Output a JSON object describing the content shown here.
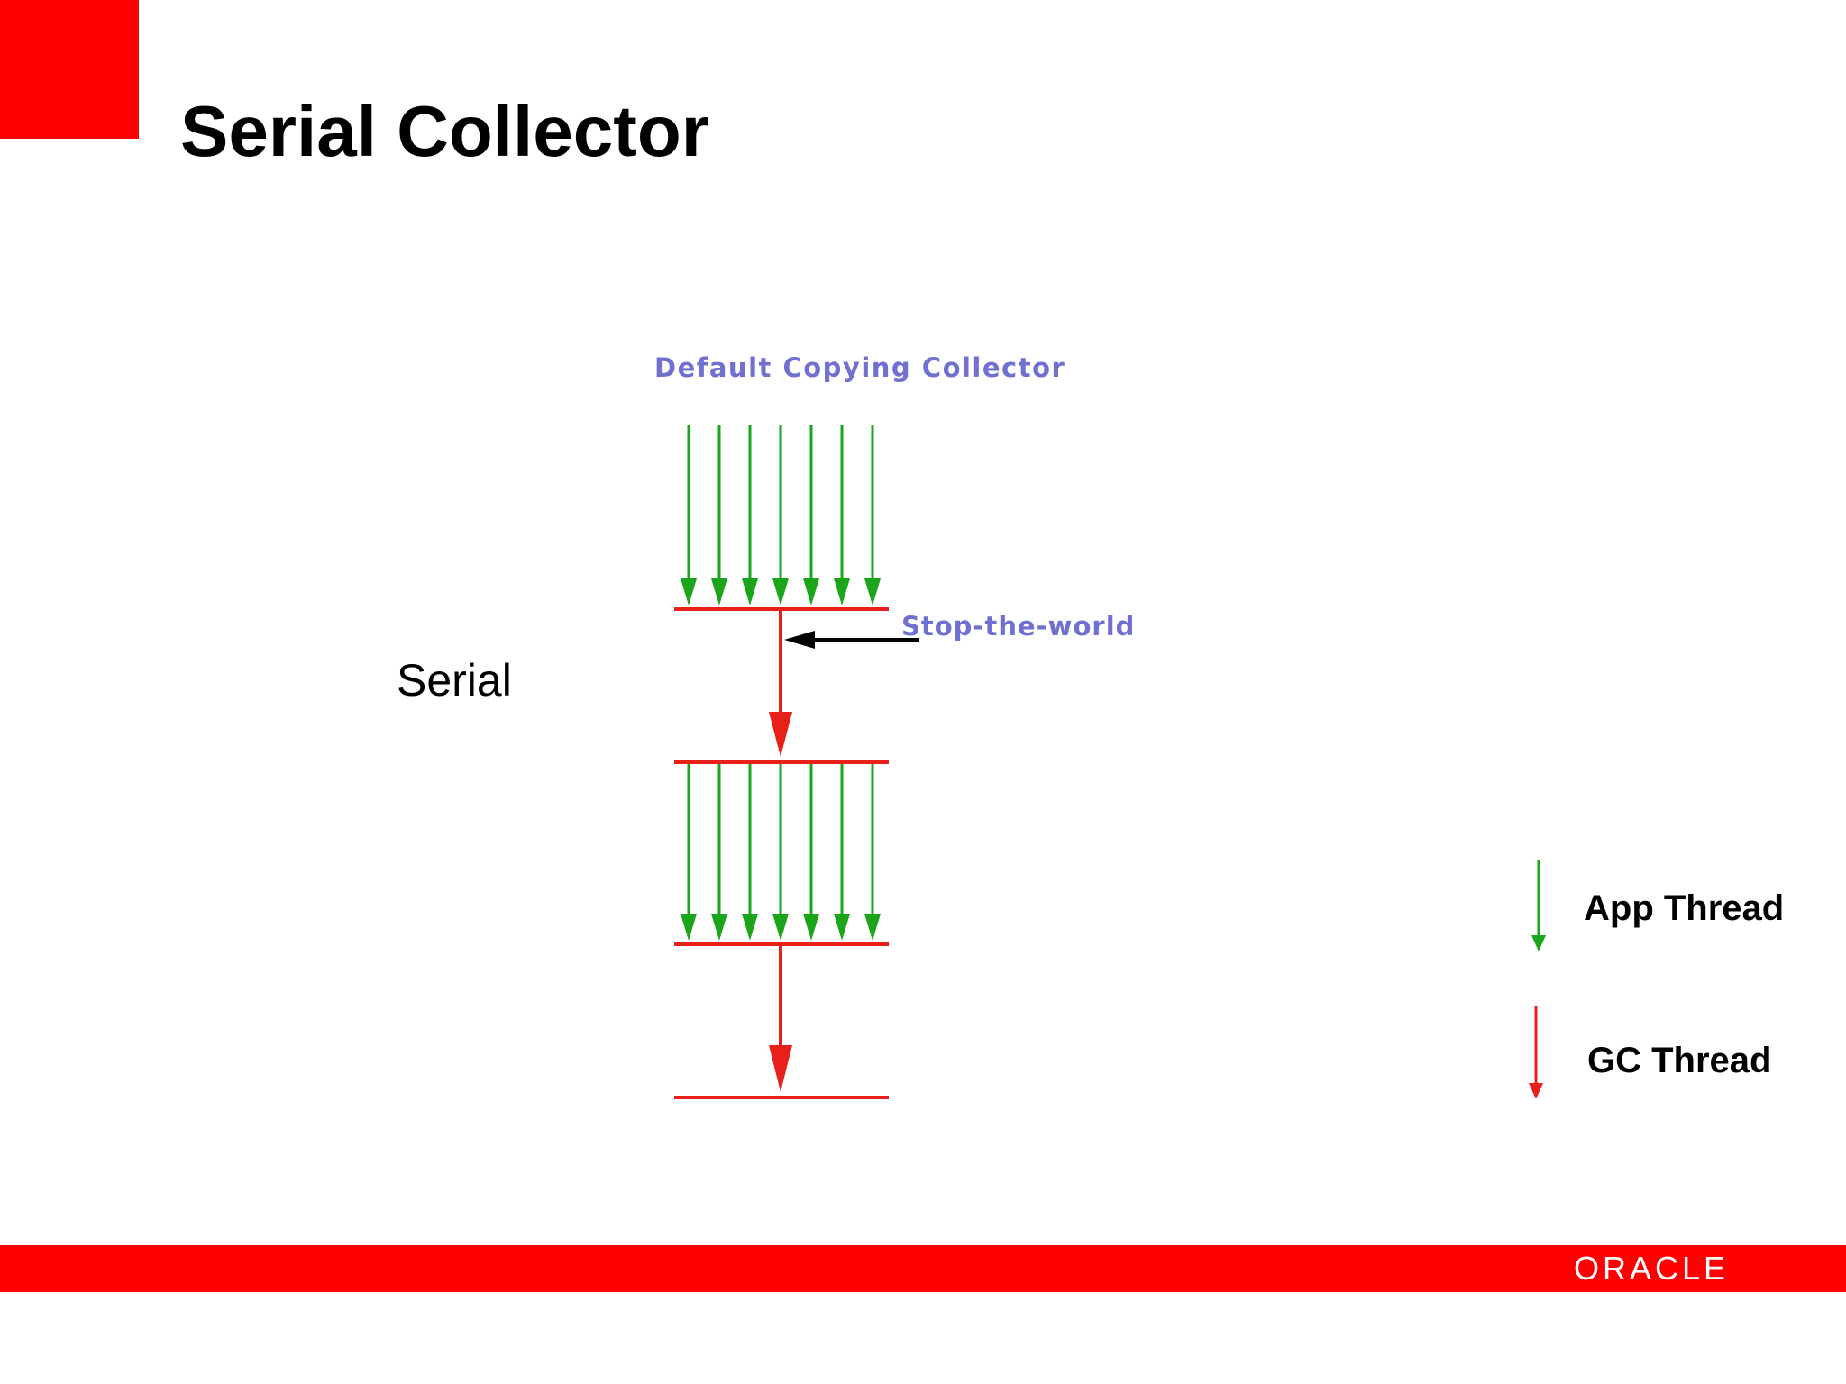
{
  "title": "Serial Collector",
  "side_label": "Serial",
  "diagram": {
    "heading": "Default Copying Collector",
    "stop_label": "Stop-the-world"
  },
  "legend": [
    {
      "label": "App Thread",
      "color": "#1aa51a",
      "icon": "green-down-arrow-icon"
    },
    {
      "label": "GC Thread",
      "color": "#e8201a",
      "icon": "red-down-arrow-icon"
    }
  ],
  "footer": {
    "logo_text": "ORACLE"
  },
  "colors": {
    "accent": "#ff0000",
    "app_thread": "#1aa51a",
    "gc_thread": "#e8201a",
    "heading": "#7070d0"
  }
}
